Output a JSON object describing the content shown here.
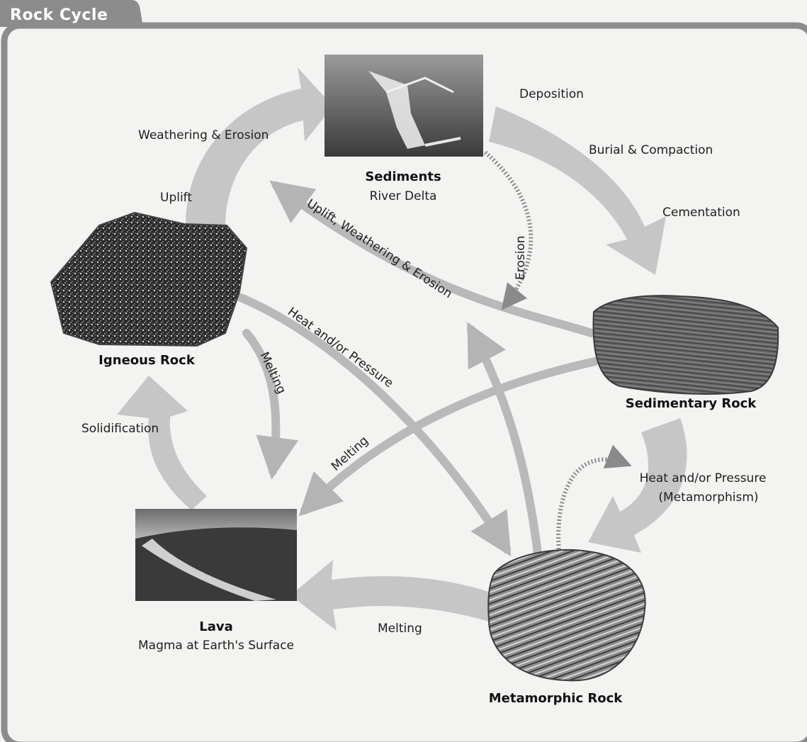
{
  "title": "Rock Cycle",
  "nodes": {
    "sediments": {
      "name": "Sediments",
      "subtitle": "River Delta"
    },
    "sedimentary": {
      "name": "Sedimentary Rock"
    },
    "metamorphic": {
      "name": "Metamorphic Rock"
    },
    "lava": {
      "name": "Lava",
      "subtitle": "Magma at Earth's Surface"
    },
    "igneous": {
      "name": "Igneous Rock"
    }
  },
  "processes": {
    "deposition": "Deposition",
    "burial": "Burial & Compaction",
    "cementation": "Cementation",
    "heat_pressure_right_1": "Heat and/or Pressure",
    "heat_pressure_right_2": "(Metamorphism)",
    "melting_bottom": "Melting",
    "solidification": "Solidification",
    "uplift": "Uplift",
    "weathering_erosion": "Weathering & Erosion",
    "erosion": "Erosion",
    "uplift_weathering_erosion": "Uplift, Weathering & Erosion",
    "heat_pressure_diag": "Heat and/or Pressure",
    "melting_igneous": "Melting",
    "melting_sed": "Melting"
  },
  "colors": {
    "frame": "#8c8c8c",
    "arrow_big": "#c4c4c4",
    "arrow_thin": "#b9b9b9",
    "dotted": "#8a8a8a"
  }
}
